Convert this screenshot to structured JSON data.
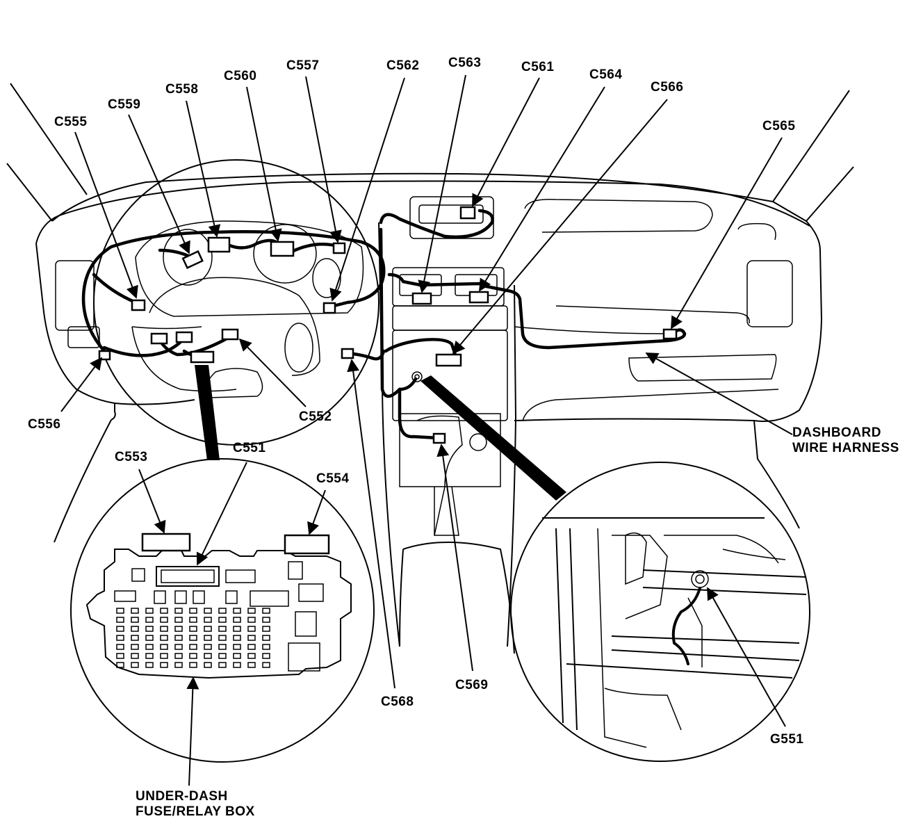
{
  "labels": {
    "c555": "C555",
    "c559": "C559",
    "c558": "C558",
    "c560": "C560",
    "c557": "C557",
    "c562": "C562",
    "c563": "C563",
    "c561": "C561",
    "c564": "C564",
    "c566": "C566",
    "c565": "C565",
    "c556": "C556",
    "c552": "C552",
    "c553": "C553",
    "c551": "C551",
    "c554": "C554",
    "c568": "C568",
    "c569": "C569",
    "g551": "G551",
    "dashboard_harness": [
      "DASHBOARD",
      "WIRE HARNESS"
    ],
    "fuse_box": [
      "UNDER-DASH",
      "FUSE/RELAY BOX"
    ]
  }
}
